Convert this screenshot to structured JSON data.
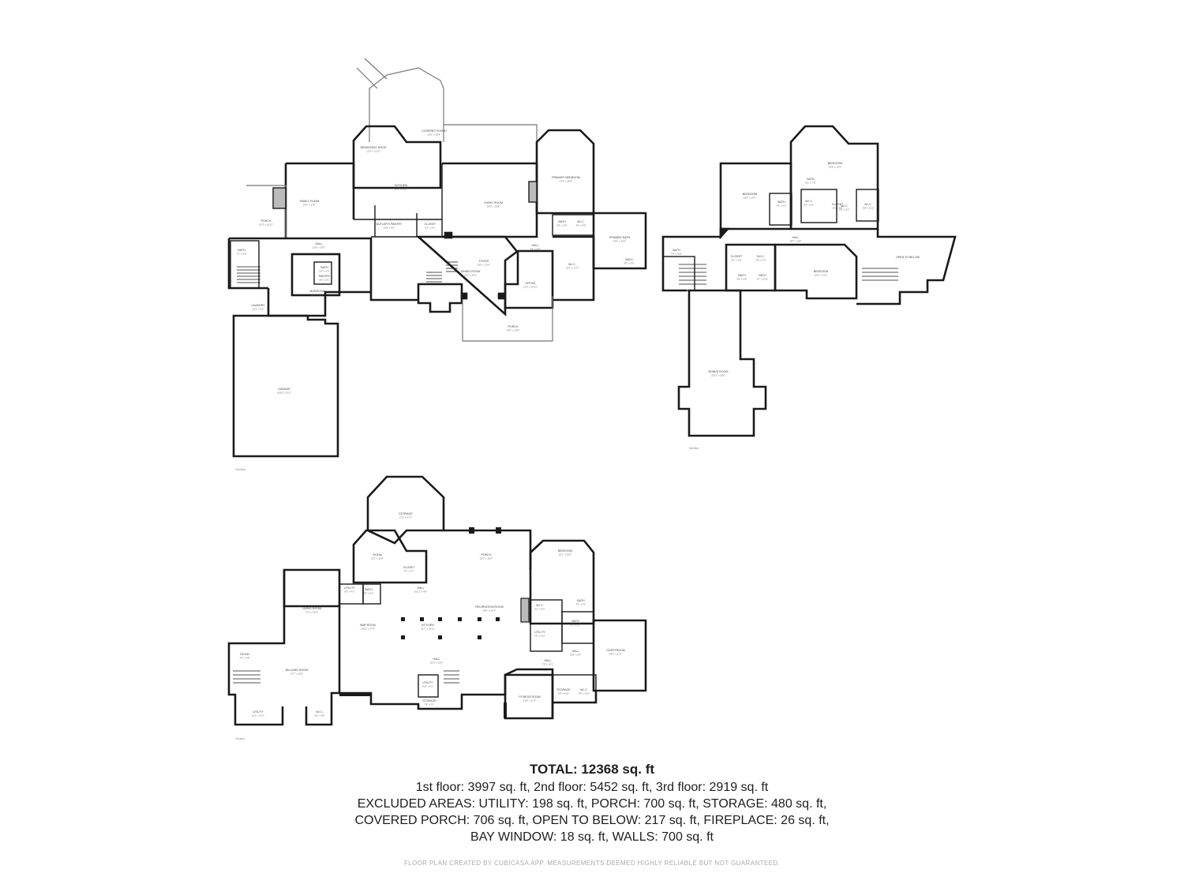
{
  "summary": {
    "total": "TOTAL: 12368 sq. ft",
    "line1": "1st floor: 3997 sq. ft, 2nd floor: 5452 sq. ft, 3rd floor: 2919 sq. ft",
    "line2": "EXCLUDED AREAS: UTILITY: 198 sq. ft, PORCH: 700 sq. ft, STORAGE: 480 sq. ft,",
    "line3": "COVERED PORCH: 706 sq. ft, OPEN TO BELOW: 217 sq. ft, FIREPLACE: 26 sq. ft,",
    "line4": "BAY WINDOW: 18 sq. ft, WALLS: 700 sq. ft"
  },
  "footer": "FLOOR PLAN CREATED BY CUBICASA APP. MEASUREMENTS DEEMED HIGHLY RELIABLE BUT NOT GUARANTEED.",
  "colors": {
    "wall": "#1a1a1a",
    "text": "#1e1e1e",
    "footer": "#aaaaaa",
    "fireplace": "#555555"
  },
  "floors": [
    {
      "tag": "2nd floor",
      "rooms": [
        {
          "label": "COVERED PORCH",
          "dims": "13'6\" x 20'4\""
        },
        {
          "label": "BREAKFAST NOOK",
          "dims": "13'2\" x 11'11\""
        },
        {
          "label": "FAMILY ROOM",
          "dims": "19'4\" x 17'6\""
        },
        {
          "label": "KITCHEN",
          "dims": "20'4\" x 16'9\""
        },
        {
          "label": "LIVING ROOM",
          "dims": "19'4\" x 21'8\""
        },
        {
          "label": "PRIMARY BEDROOM",
          "dims": "17'6\" x 20'4\""
        },
        {
          "label": "PORCH",
          "dims": "10'3\" x 10'11\""
        },
        {
          "label": "BUTLER'S PANTRY",
          "dims": "11'8\" x 4'2\""
        },
        {
          "label": "CLOSET",
          "dims": "5'1\" x 4'1\""
        },
        {
          "label": "BATH",
          "dims": "4'9\" x 5'5\""
        },
        {
          "label": "W.I.C.",
          "dims": "4'9\" x 5'5\""
        },
        {
          "label": "PRIMARY BATH",
          "dims": "14'2\" x 16'2\""
        },
        {
          "label": "HALL",
          "dims": "12'6\" x 10'3\""
        },
        {
          "label": "BATH",
          "dims": "7'1\" x 5'5\""
        },
        {
          "label": "DINING ROOM",
          "dims": "13'3\" x 16'6\""
        },
        {
          "label": "FOYER",
          "dims": "23'4\" x 23'4\""
        },
        {
          "label": "HALL",
          "dims": "7'6\" x 5'9\""
        },
        {
          "label": "W.I.C.",
          "dims": "13'3\" x 17'4\""
        },
        {
          "label": "BATH",
          "dims": "9'5\" x 5'5\""
        },
        {
          "label": "PANTRY",
          "dims": "5'5\" x 5'1\""
        },
        {
          "label": "BATH",
          "dims": "5'5\" x 5'4\""
        },
        {
          "label": "MUDROOM",
          "dims": "10'6\" x 10'7\""
        },
        {
          "label": "LAUNDRY",
          "dims": "10'3\" x 6'3\""
        },
        {
          "label": "OFFICE",
          "dims": "15'3\" x 14'11\""
        },
        {
          "label": "PORCH",
          "dims": "22'6\" x 13'9\""
        },
        {
          "label": "GARAGE",
          "dims": "25'10\" x 31'1\""
        }
      ]
    },
    {
      "tag": "3rd floor",
      "rooms": [
        {
          "label": "BEDROOM",
          "dims": "15'8\" x 14'1\""
        },
        {
          "label": "BEDROOM",
          "dims": "22'5\" x 12'6\""
        },
        {
          "label": "BATH",
          "dims": "8'1\" x 7'8\""
        },
        {
          "label": "BATH",
          "dims": "4'1\" x 5'1\""
        },
        {
          "label": "W.I.C.",
          "dims": "9'1\" x 6'1\""
        },
        {
          "label": "W.I.C.",
          "dims": "6'5\" x 5'1\""
        },
        {
          "label": "CLOSET",
          "dims": "2'0\" x 6'3\""
        },
        {
          "label": "W.I.C.",
          "dims": "5'8\" x 6'11\""
        },
        {
          "label": "HALL",
          "dims": "28'7\" x 5'8\""
        },
        {
          "label": "BATH",
          "dims": "7'6\" x 9'11\""
        },
        {
          "label": "CLOSET",
          "dims": "4'0\" x 3'8\""
        },
        {
          "label": "W.I.C.",
          "dims": "4'8\" x 4'3\""
        },
        {
          "label": "BATH",
          "dims": "5'6\" x 5'5\""
        },
        {
          "label": "BATH",
          "dims": "4'7\" x 5'11\""
        },
        {
          "label": "BEDROOM",
          "dims": "15'6\" x 13'1\""
        },
        {
          "label": "OPEN TO BELOW",
          "dims": ""
        },
        {
          "label": "BONUS ROOM",
          "dims": "20'11\" x 25'0\""
        }
      ]
    },
    {
      "tag": "1st floor",
      "rooms": [
        {
          "label": "STORAGE",
          "dims": "17'1\" x 17'1\""
        },
        {
          "label": "ROOM",
          "dims": "11'2\" x 12'6\""
        },
        {
          "label": "CLOSET",
          "dims": "7'4\" x 4'7\""
        },
        {
          "label": "PORCH",
          "dims": "23'3\" x 10'4\""
        },
        {
          "label": "BEDROOM",
          "dims": "15'1\" x 20'0\""
        },
        {
          "label": "UTILITY",
          "dims": "6'0\" x 4'1\""
        },
        {
          "label": "BATH",
          "dims": "4'5\" x 6'1\""
        },
        {
          "label": "HALL",
          "dims": "16'11\" x 4'0\""
        },
        {
          "label": "LIVING ROOM",
          "dims": "17'5\" x 20'7\""
        },
        {
          "label": "W.I.C.",
          "dims": "5'1\" x 5'0\""
        },
        {
          "label": "BATH",
          "dims": "7'5\" x 6'1\""
        },
        {
          "label": "BAR ROOM",
          "dims": "18'11\" x 17'4\""
        },
        {
          "label": "KITCHEN",
          "dims": "22'7\" x 13'11\""
        },
        {
          "label": "RECREATION ROOM",
          "dims": "24'4\" x 26'1\""
        },
        {
          "label": "UTILITY",
          "dims": "7'0\" x 6'11\""
        },
        {
          "label": "BATH",
          "dims": "6'1\" x 8'1\""
        },
        {
          "label": "GUESTROOM",
          "dims": "15'9\" x 17'1\""
        },
        {
          "label": "HALL",
          "dims": "7'0\" x 14'1\""
        },
        {
          "label": "ROOM",
          "dims": "7'4\" x 4'8\""
        },
        {
          "label": "BILLIARD ROOM",
          "dims": "17'7\" x 22'6\""
        },
        {
          "label": "HALL",
          "dims": "10'3\" x 11'6\""
        },
        {
          "label": "HALL",
          "dims": "12'0\" x 6'3\""
        },
        {
          "label": "UTILITY",
          "dims": "6'11\" x 4'1\""
        },
        {
          "label": "STORAGE",
          "dims": "7'3\" x 7'1\""
        },
        {
          "label": "FITNESS ROOM",
          "dims": "13'6\" x 11'3\""
        },
        {
          "label": "STORAGE",
          "dims": "6'8\" x 6'11\""
        },
        {
          "label": "W.I.C.",
          "dims": "5'8\" x 6'11\""
        },
        {
          "label": "UTILITY",
          "dims": "11'2\" x 6'11\""
        },
        {
          "label": "W.I.C.",
          "dims": "5'6\" x 8'4\""
        }
      ]
    }
  ]
}
